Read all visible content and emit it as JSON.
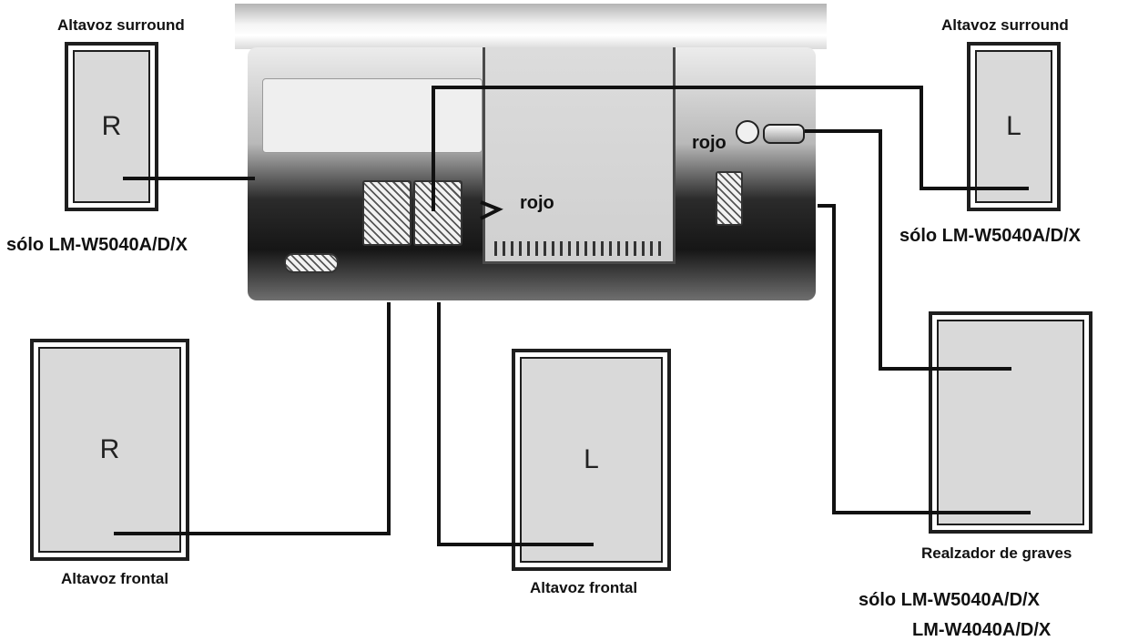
{
  "labels": {
    "surround_left_title": "Altavoz surround",
    "surround_right_title": "Altavoz surround",
    "only_model_left": "sólo LM-W5040A/D/X",
    "only_model_right": "sólo LM-W5040A/D/X",
    "front_left_caption": "Altavoz frontal",
    "front_center_caption": "Altavoz frontal",
    "woofer_caption": "Realzador de graves",
    "models_line1": "sólo LM-W5040A/D/X",
    "models_line2": "LM-W4040A/D/X",
    "rojo_center": "rojo",
    "rojo_jack": "rojo"
  },
  "speakers": {
    "surround_r": "R",
    "surround_l": "L",
    "front_r": "R",
    "front_l": "L",
    "woofer": ""
  },
  "colors": {
    "wire": "#111111",
    "speaker_fill": "#d9d9d9",
    "speaker_border": "#1e1e1e"
  }
}
